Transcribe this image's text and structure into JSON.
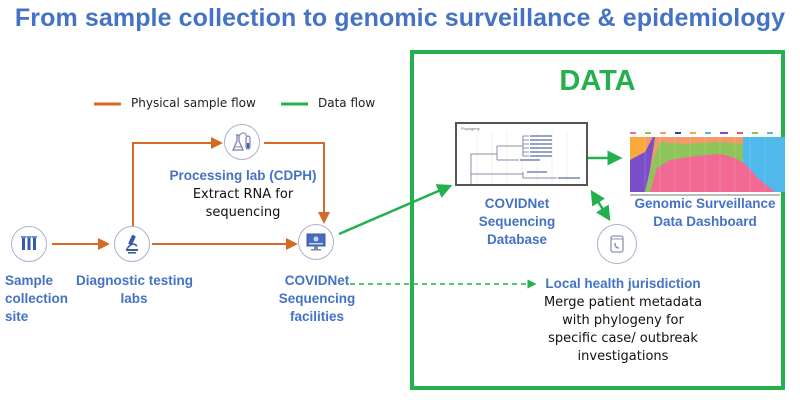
{
  "title": "From sample collection to genomic surveillance & epidemiology",
  "legend": {
    "physical": {
      "label": "Physical sample flow",
      "color": "#d46a25"
    },
    "data": {
      "label": "Data flow",
      "color": "#22b14c"
    }
  },
  "data_box": {
    "title": "DATA",
    "color": "#22b14c"
  },
  "nodes": {
    "sample_site": {
      "label_lines": [
        "Sample",
        "collection",
        "site"
      ],
      "icon": "test-tubes-icon"
    },
    "diagnostic": {
      "label_lines": [
        "Diagnostic testing",
        "labs"
      ],
      "icon": "microscope-icon"
    },
    "processing": {
      "label": "Processing lab (CDPH)",
      "desc_lines": [
        "Extract RNA for",
        "sequencing"
      ],
      "icon": "lab-flask-icon"
    },
    "facilities": {
      "label_lines": [
        "COVIDNet",
        "Sequencing",
        "facilities"
      ],
      "icon": "computer-monitor-icon"
    },
    "database": {
      "label_lines": [
        "COVIDNet",
        "Sequencing",
        "Database"
      ],
      "thumbnail": "phylogeny-tree-thumbnail",
      "thumb_title": "Phylogeny"
    },
    "dashboard": {
      "label_lines": [
        "Genomic Surveillance",
        "Data Dashboard"
      ],
      "thumbnail": "stacked-area-chart-thumbnail"
    },
    "jurisdiction": {
      "label": "Local health jurisdiction",
      "desc_lines": [
        "Merge patient metadata",
        "with phylogeny for",
        "specific case/ outbreak",
        "investigations"
      ],
      "icon": "phone-book-icon"
    }
  },
  "colors": {
    "label_blue": "#4472c4",
    "icon_gray": "#aab3cc",
    "icon_blue": "#3a5ba8",
    "dashboard_series": [
      "#f7a93b",
      "#7b4fc9",
      "#f06a93",
      "#8fc45a",
      "#f49a6a",
      "#4fb9ec"
    ]
  }
}
